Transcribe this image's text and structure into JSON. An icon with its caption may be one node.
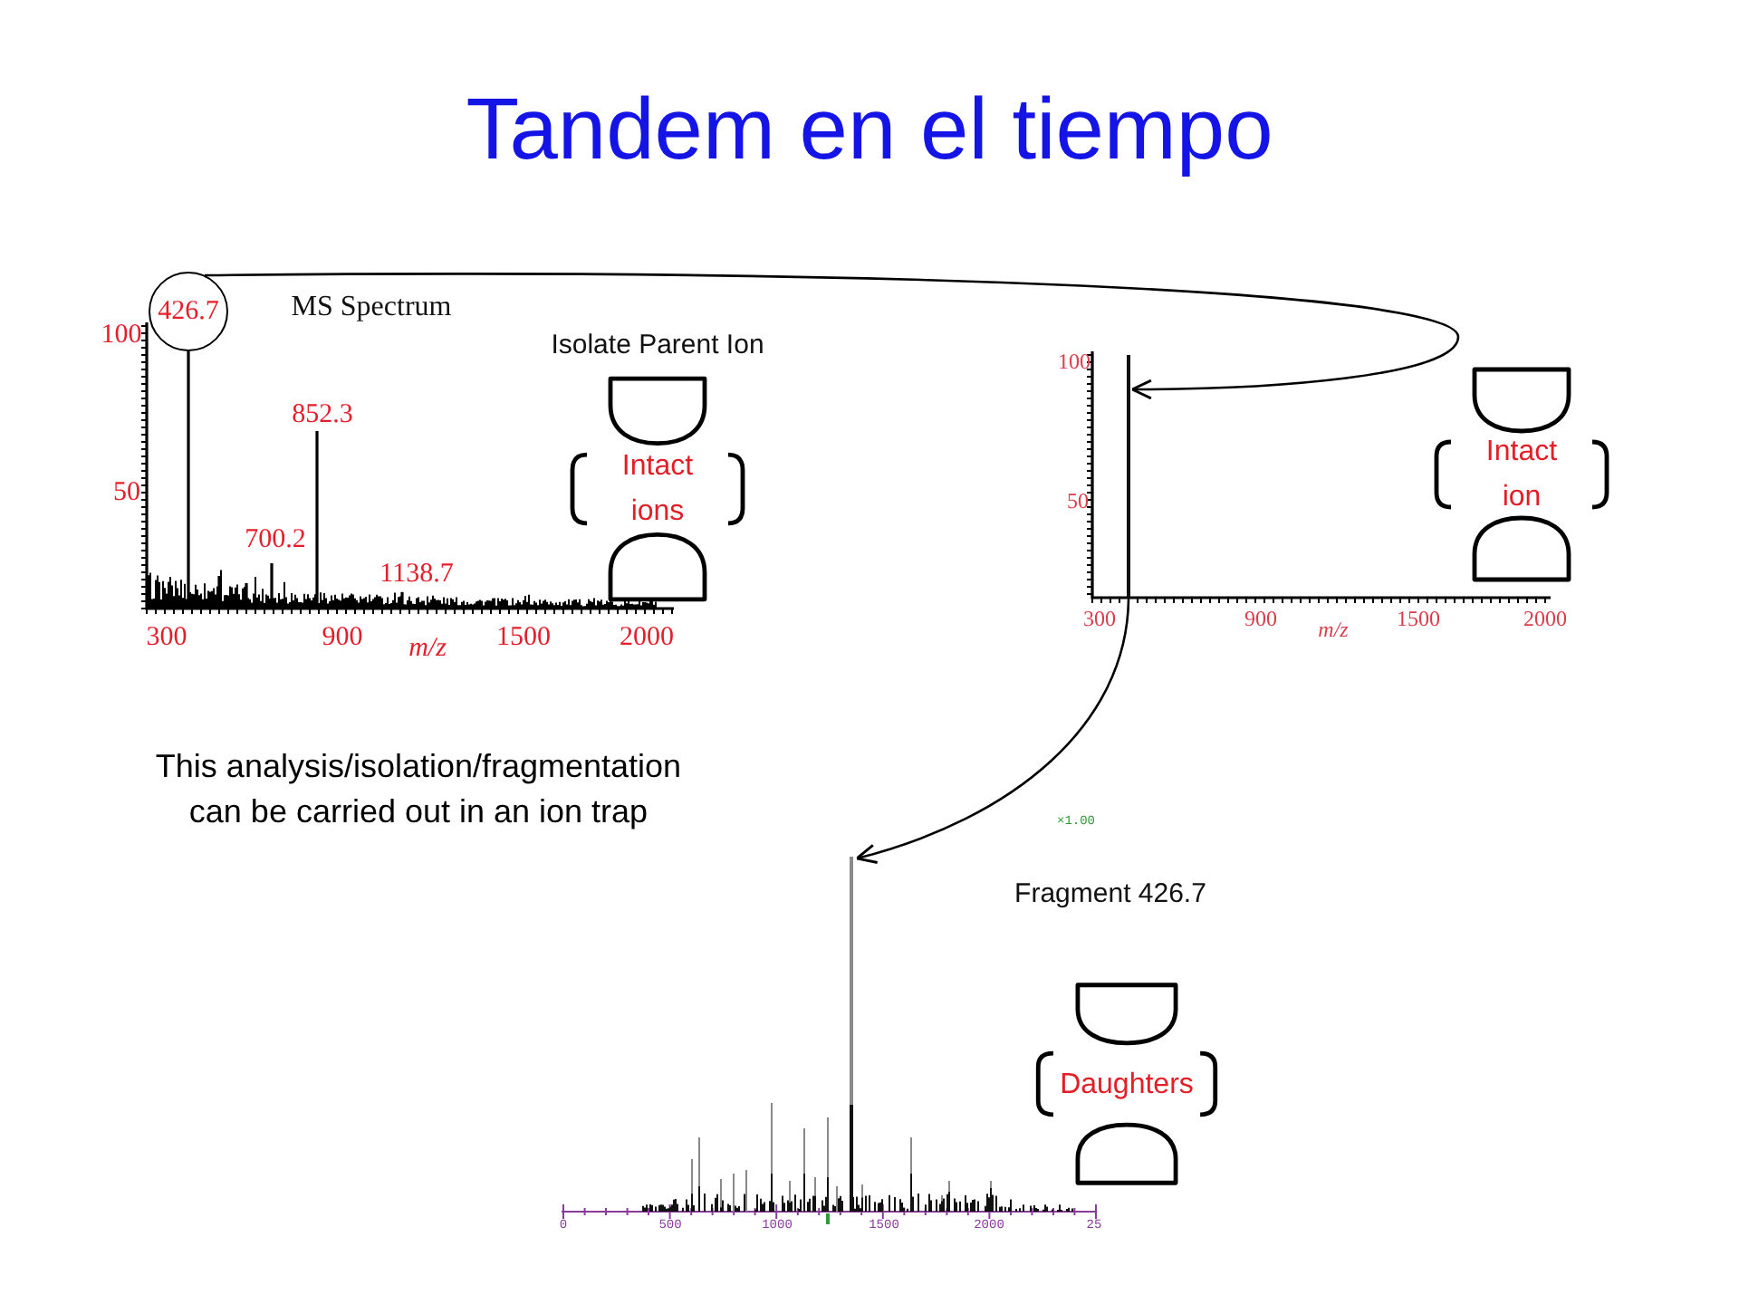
{
  "diagram": {
    "title": "Tandem en el tiempo",
    "nodes": [
      {
        "text": [
          "426.7"
        ]
      },
      {
        "text": [
          "Intact ions"
        ],
        "beside": [
          "Isolate Parent Ion"
        ]
      },
      {
        "text": [],
        "shape": "bar"
      },
      {
        "text": [
          "Intact ion"
        ]
      },
      {
        "text": [],
        "shape": "bar"
      },
      {
        "text": [
          "Daughters"
        ],
        "beside": [
          "Fragment 426.7"
        ]
      }
    ],
    "edges": [
      {
        "from": 0,
        "to": 2,
        "arrow": "to"
      },
      {
        "from": 2,
        "to": 4,
        "arrow": "to"
      }
    ],
    "labels": [
      "MS Spectrum",
      "100",
      "852.3",
      "50",
      "700.2",
      "1138.7",
      "300",
      "900",
      "m/z",
      "1500",
      "2000",
      "100",
      "50",
      "300",
      "900",
      "m/z",
      "1500",
      "2000",
      "This analysis/isolation/fragmentation can be carried out in an ion trap",
      "×1.00",
      "0",
      "500",
      "1000",
      "1500",
      "2000",
      "25"
    ]
  }
}
